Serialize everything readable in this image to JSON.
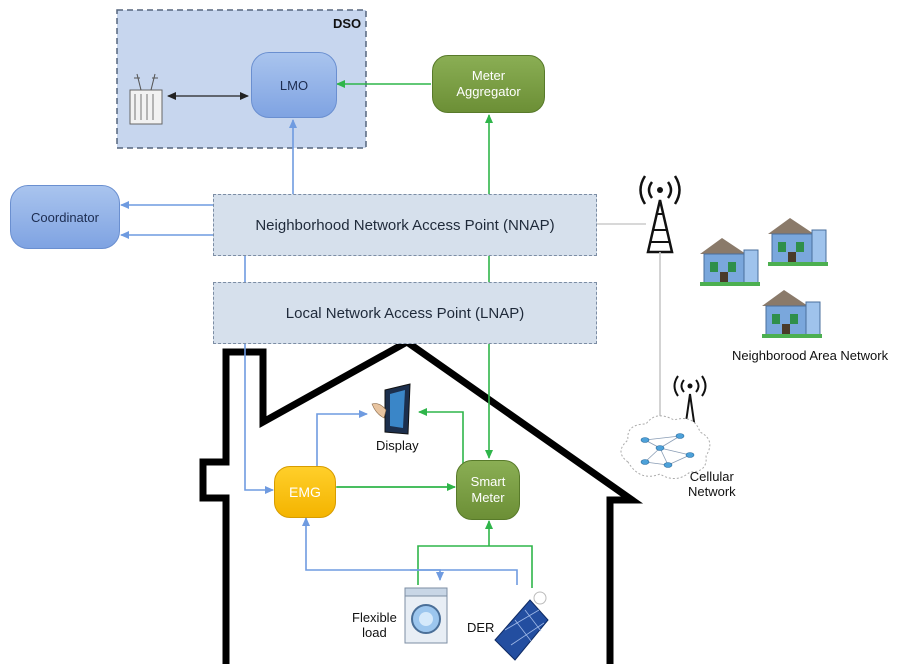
{
  "dso": {
    "title": "DSO"
  },
  "nodes": {
    "lmo": "LMO",
    "meter_aggregator": "Meter\nAggregator",
    "coordinator": "Coordinator",
    "emg": "EMG",
    "smart_meter": "Smart\nMeter"
  },
  "access_points": {
    "nnap": "Neighborhood Network Access Point (NNAP)",
    "lnap": "Local Network Access Point (LNAP)"
  },
  "labels": {
    "display": "Display",
    "flexible_load": "Flexible\nload",
    "der": "DER",
    "neighborhood_area_network": "Neighborood Area Network",
    "cellular_network": "Cellular\nNetwork"
  },
  "colors": {
    "dso_fill": "#c7d6ee",
    "blue_link": "#6f9be0",
    "green_link": "#2fb54a",
    "house_outline": "#000000"
  }
}
